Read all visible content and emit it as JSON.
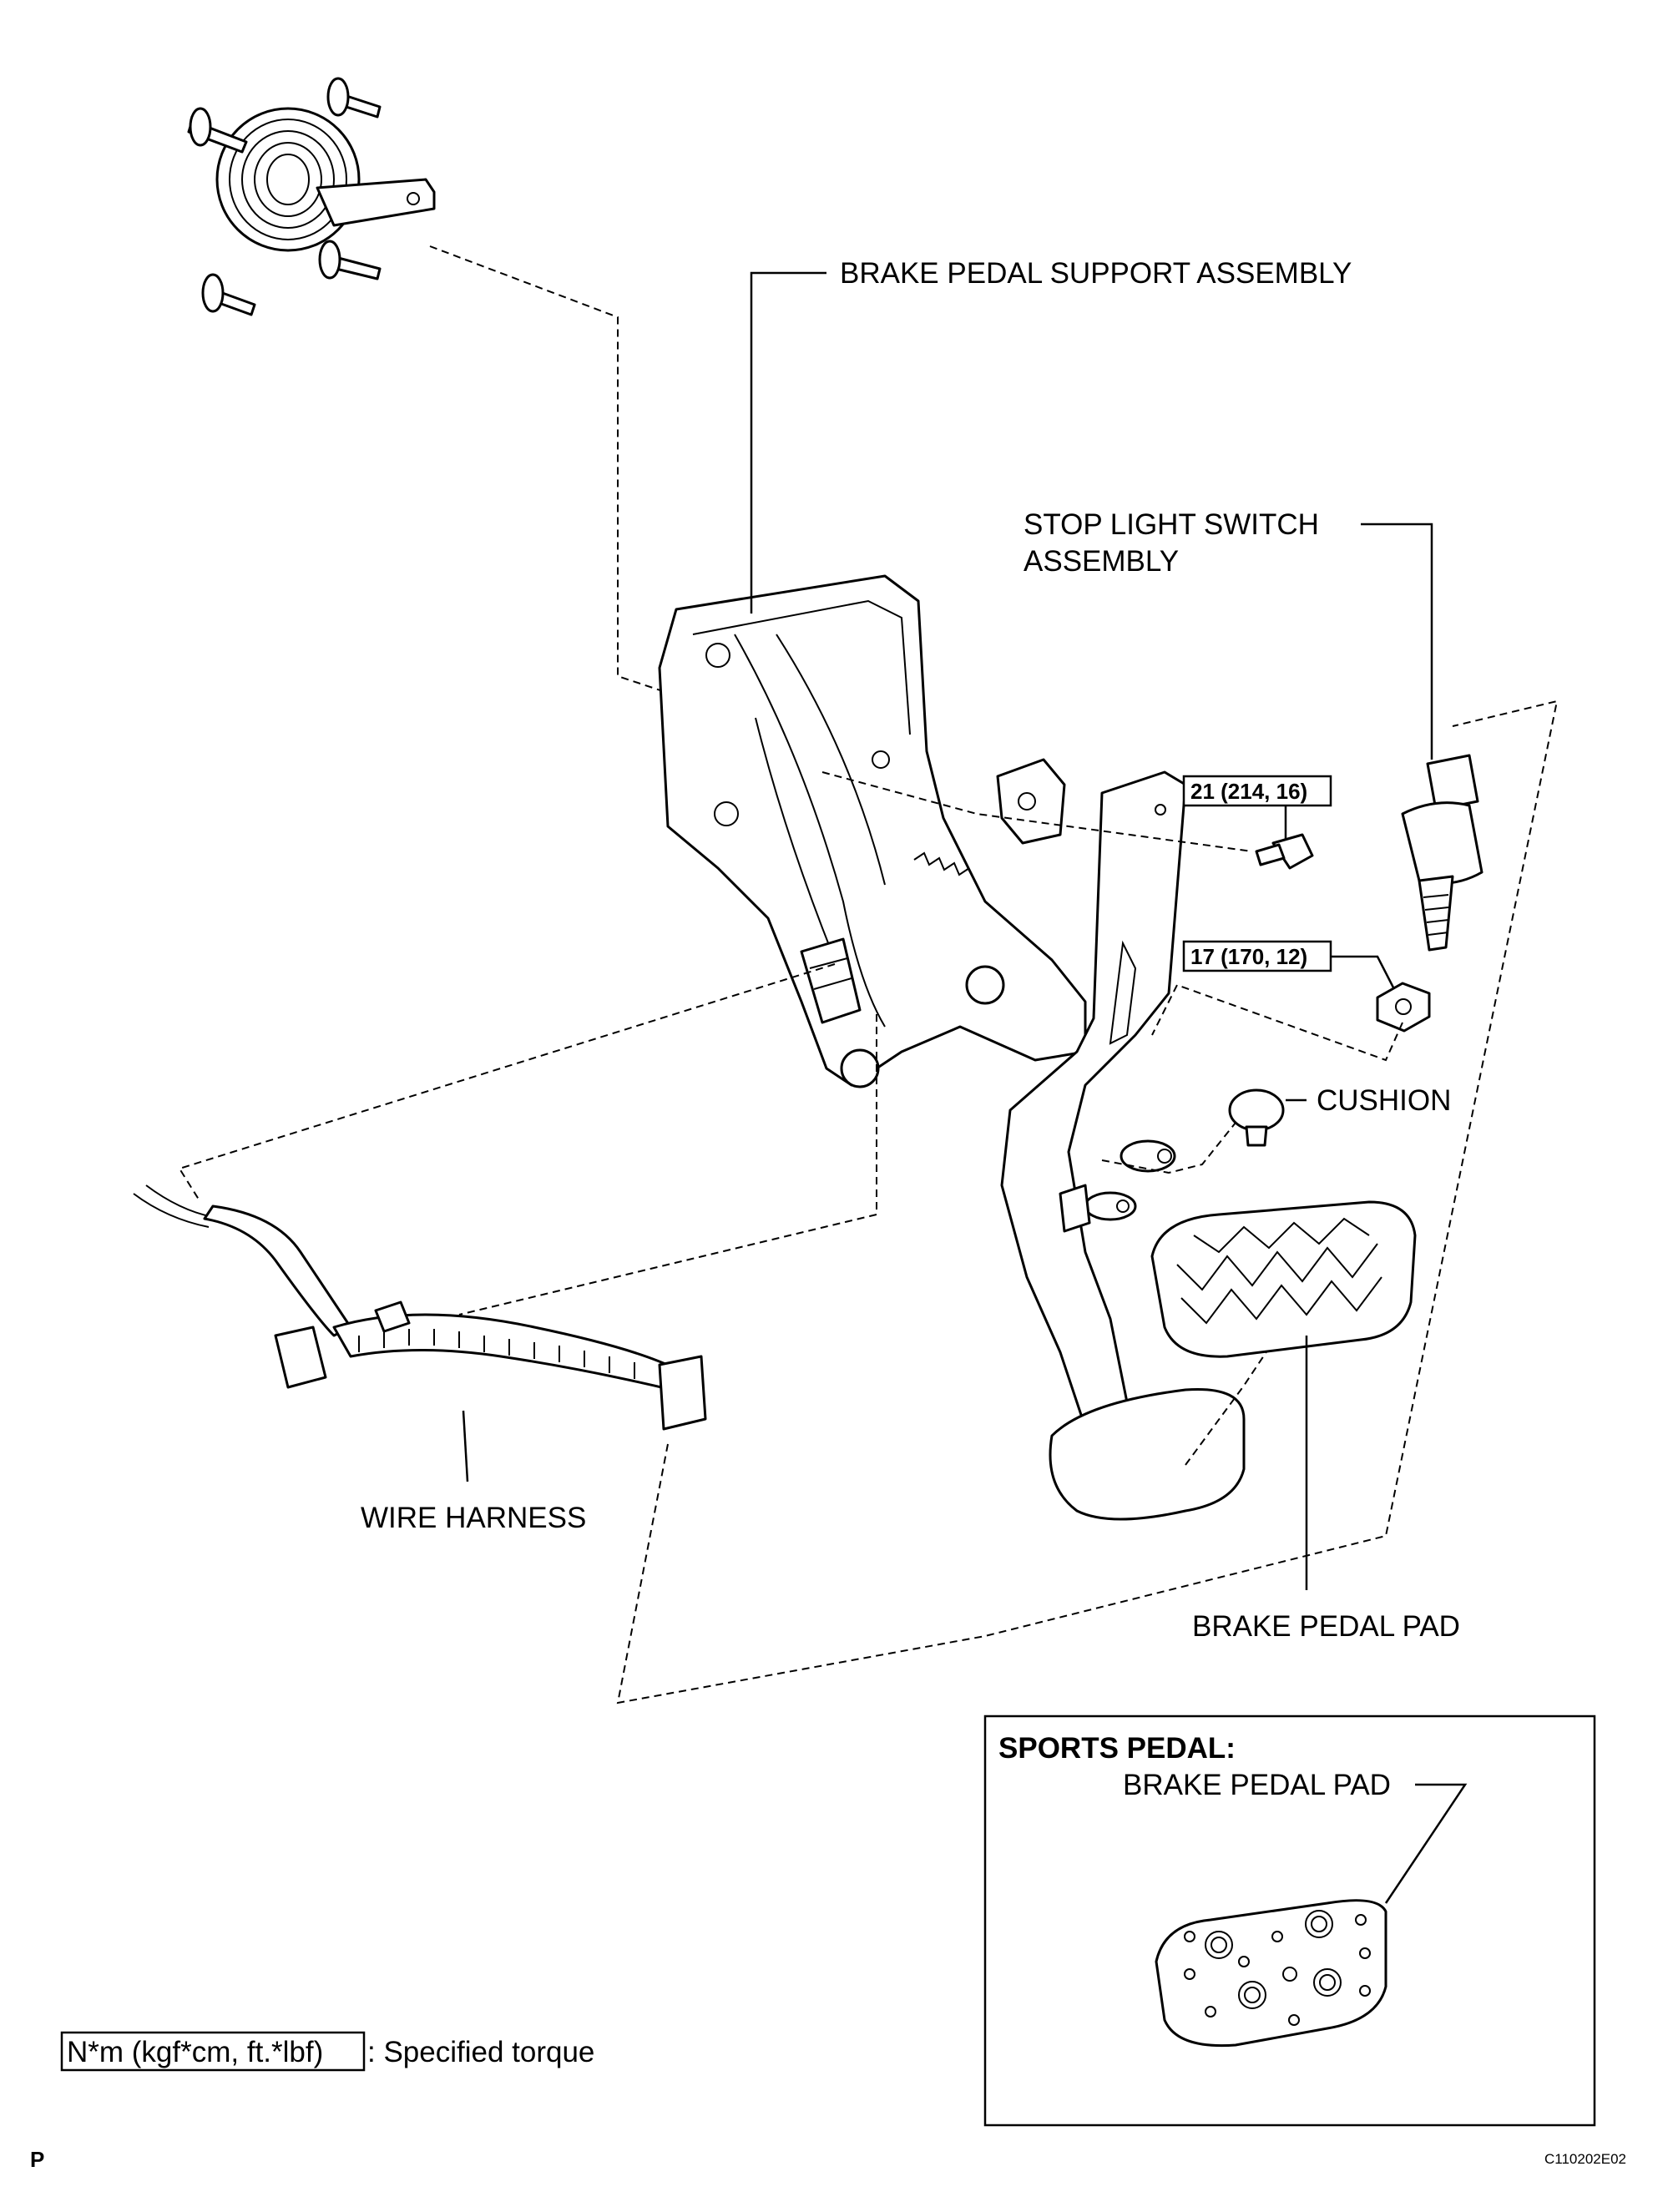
{
  "labels": {
    "brake_pedal_support_assembly": "BRAKE PEDAL SUPPORT ASSEMBLY",
    "stop_light_switch_line1": "STOP LIGHT SWITCH",
    "stop_light_switch_line2": "ASSEMBLY",
    "torque_bolt": "21 (214, 16)",
    "torque_nut": "17 (170, 12)",
    "cushion": "CUSHION",
    "wire_harness": "WIRE HARNESS",
    "brake_pedal_pad": "BRAKE PEDAL PAD"
  },
  "inset": {
    "title": "SPORTS PEDAL:",
    "brake_pedal_pad": "BRAKE PEDAL PAD"
  },
  "legend": {
    "unit_box": "N*m (kgf*cm, ft.*lbf)",
    "description": ": Specified torque"
  },
  "footer": {
    "page_letter": "P",
    "figure_code": "C110202E02"
  }
}
